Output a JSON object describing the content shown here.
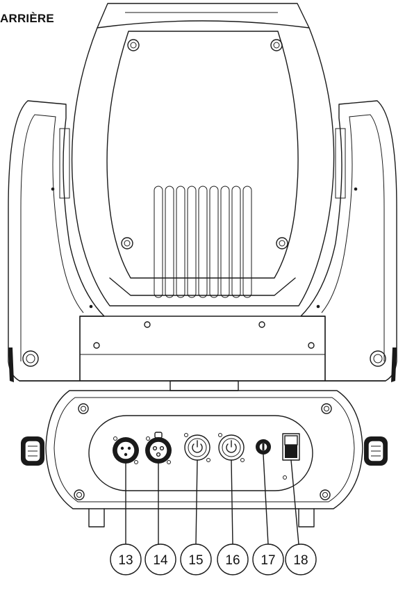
{
  "heading": "ARRIÈRE",
  "callouts": [
    {
      "id": "c13",
      "label": "13"
    },
    {
      "id": "c14",
      "label": "14"
    },
    {
      "id": "c15",
      "label": "15"
    },
    {
      "id": "c16",
      "label": "16"
    },
    {
      "id": "c17",
      "label": "17"
    },
    {
      "id": "c18",
      "label": "18"
    }
  ]
}
